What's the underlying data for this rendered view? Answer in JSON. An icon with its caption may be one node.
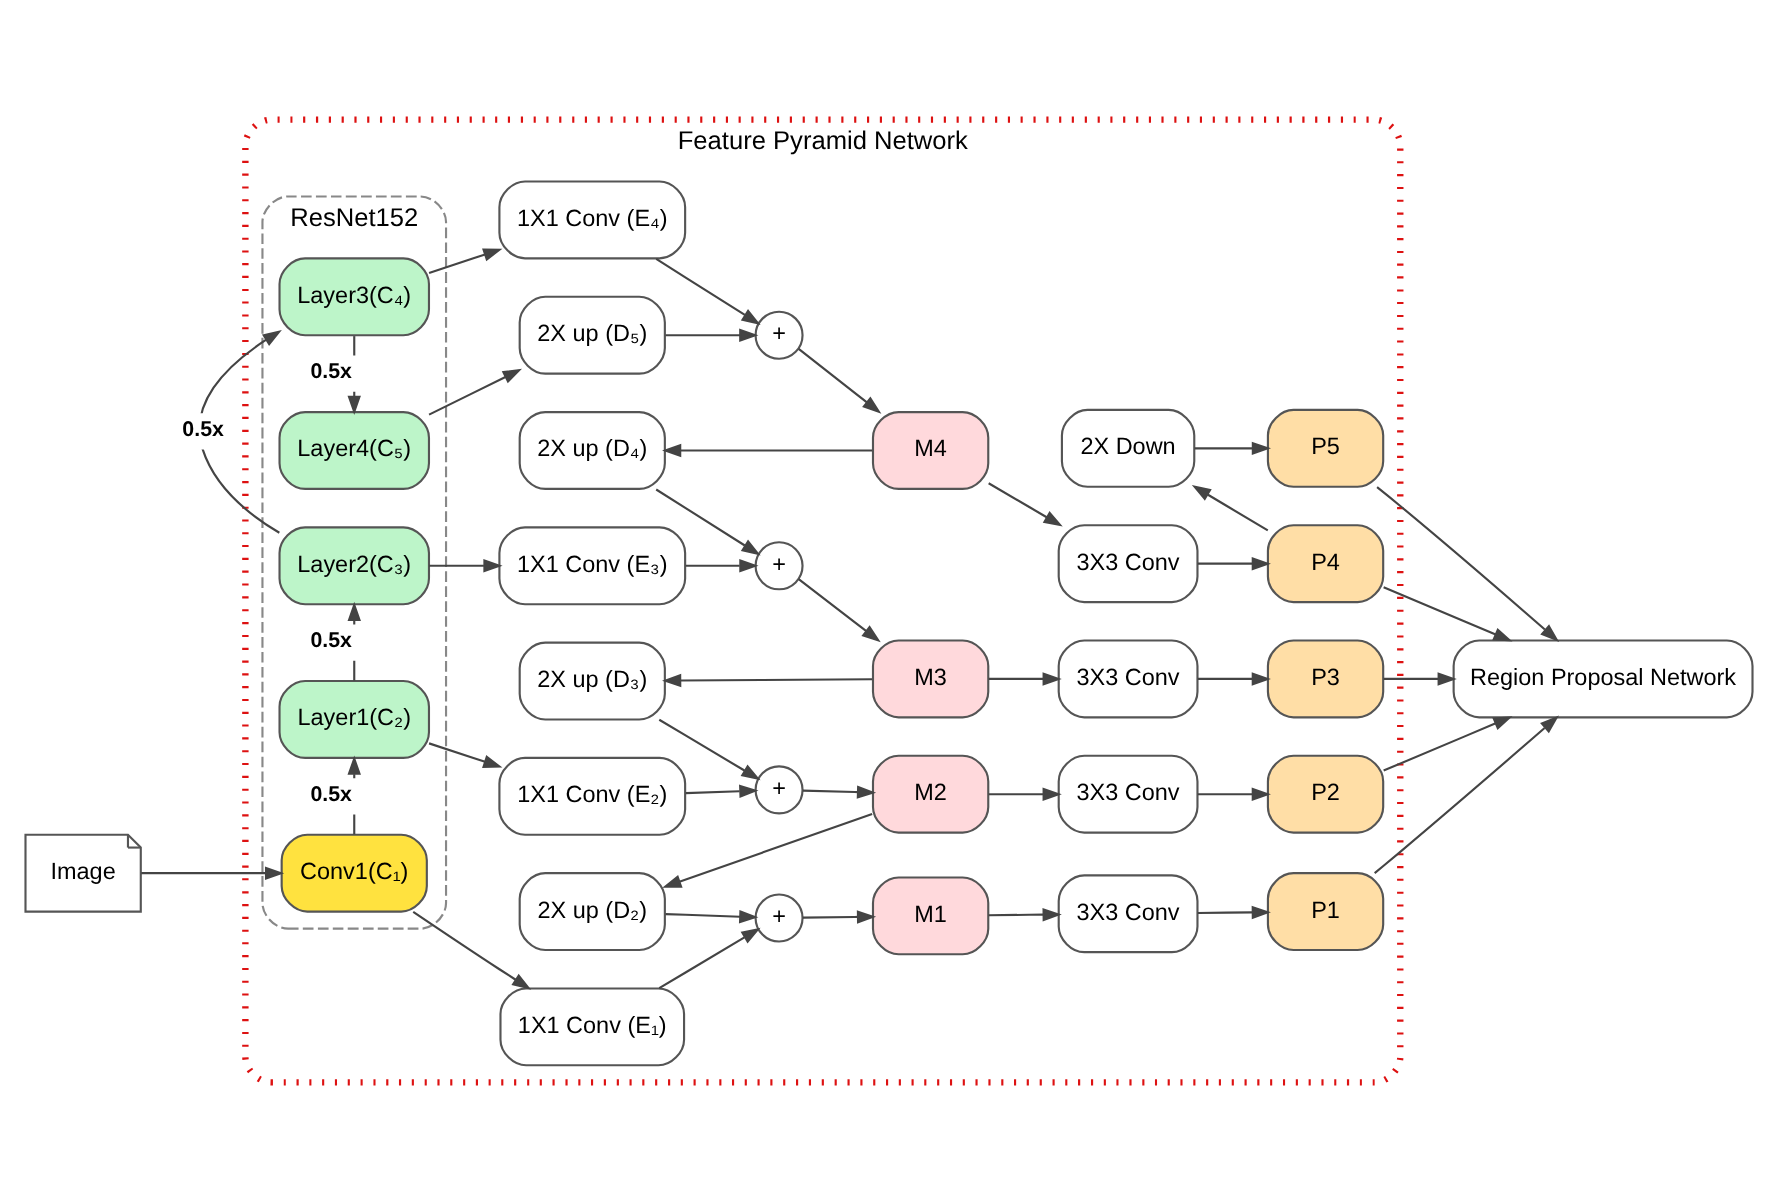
{
  "diagram": {
    "nodes": [
      {
        "text": [
          "Feature Pyramid Network"
        ]
      },
      {
        "text": [
          "ResNet152"
        ],
        "in": 0
      },
      {
        "text": [
          "Layer4(C₅)"
        ],
        "in": 1
      },
      {
        "text": [
          "Layer3(C₄)"
        ],
        "in": 1
      },
      {
        "text": [
          "Layer2(C₃)"
        ],
        "in": 1
      },
      {
        "text": [
          "Layer1(C₂)"
        ],
        "in": 1
      },
      {
        "text": [
          "Conv1(C₁)"
        ],
        "in": 1
      },
      {
        "text": [
          "2X up (D₅)"
        ],
        "in": 0
      },
      {
        "text": [
          "1X1 Conv (E₄)"
        ],
        "in": 0
      },
      {
        "text": [
          "+"
        ],
        "in": 0
      },
      {
        "text": [
          "M4"
        ],
        "in": 0
      },
      {
        "text": [
          "2X up (D₄)"
        ],
        "in": 0
      },
      {
        "text": [
          "1X1 Conv (E₃)"
        ],
        "in": 0
      },
      {
        "text": [
          "+"
        ],
        "in": 0
      },
      {
        "text": [
          "M3"
        ],
        "in": 0
      },
      {
        "text": [
          "2X up (D₃)"
        ],
        "in": 0
      },
      {
        "text": [
          "1X1 Conv (E₂)"
        ],
        "in": 0
      },
      {
        "text": [
          "+"
        ],
        "in": 0
      },
      {
        "text": [
          "M2"
        ],
        "in": 0
      },
      {
        "text": [
          "2X up (D₂)"
        ],
        "in": 0
      },
      {
        "text": [
          "1X1 Conv (E₁)"
        ],
        "in": 0
      },
      {
        "text": [
          "+"
        ],
        "in": 0
      },
      {
        "text": [
          "M1"
        ],
        "in": 0
      },
      {
        "text": [
          "2X Down"
        ],
        "in": 0
      },
      {
        "text": [
          "P5"
        ],
        "in": 0
      },
      {
        "text": [
          "3X3 Conv"
        ],
        "in": 0
      },
      {
        "text": [
          "P4"
        ],
        "in": 0
      },
      {
        "text": [
          "3X3 Conv"
        ],
        "in": 0
      },
      {
        "text": [
          "P3"
        ],
        "in": 0
      },
      {
        "text": [
          "3X3 Conv"
        ],
        "in": 0
      },
      {
        "text": [
          "P2"
        ],
        "in": 0
      },
      {
        "text": [
          "3X3 Conv"
        ],
        "in": 0
      },
      {
        "text": [
          "P1"
        ],
        "in": 0
      },
      {
        "text": [
          "Region Proposal Network"
        ]
      },
      {
        "text": [
          "Image"
        ]
      }
    ],
    "edges": [
      {
        "from": 34,
        "to": 6,
        "arrow": "to"
      },
      {
        "from": 6,
        "to": 5,
        "arrow": "to",
        "label": "0.5x"
      },
      {
        "from": 5,
        "to": 4,
        "arrow": "to",
        "label": "0.5x"
      },
      {
        "from": 4,
        "to": 3,
        "arrow": "to",
        "label": "0.5x"
      },
      {
        "from": 3,
        "to": 2,
        "arrow": "to",
        "label": "0.5x"
      },
      {
        "from": 2,
        "to": 7,
        "arrow": "to"
      },
      {
        "from": 3,
        "to": 8,
        "arrow": "to"
      },
      {
        "from": 7,
        "to": 9,
        "arrow": "to"
      },
      {
        "from": 8,
        "to": 9,
        "arrow": "to"
      },
      {
        "from": 9,
        "to": 10,
        "arrow": "to"
      },
      {
        "from": 10,
        "to": 25,
        "arrow": "to"
      },
      {
        "from": 25,
        "to": 26,
        "arrow": "to"
      },
      {
        "from": 26,
        "to": 23,
        "arrow": "to"
      },
      {
        "from": 23,
        "to": 24,
        "arrow": "to"
      },
      {
        "from": 10,
        "to": 11,
        "arrow": "to"
      },
      {
        "from": 4,
        "to": 12,
        "arrow": "to"
      },
      {
        "from": 11,
        "to": 13,
        "arrow": "to"
      },
      {
        "from": 12,
        "to": 13,
        "arrow": "to"
      },
      {
        "from": 13,
        "to": 14,
        "arrow": "to"
      },
      {
        "from": 14,
        "to": 27,
        "arrow": "to"
      },
      {
        "from": 27,
        "to": 28,
        "arrow": "to"
      },
      {
        "from": 14,
        "to": 15,
        "arrow": "to"
      },
      {
        "from": 5,
        "to": 16,
        "arrow": "to"
      },
      {
        "from": 15,
        "to": 17,
        "arrow": "to"
      },
      {
        "from": 16,
        "to": 17,
        "arrow": "to"
      },
      {
        "from": 17,
        "to": 18,
        "arrow": "to"
      },
      {
        "from": 18,
        "to": 29,
        "arrow": "to"
      },
      {
        "from": 29,
        "to": 30,
        "arrow": "to"
      },
      {
        "from": 18,
        "to": 19,
        "arrow": "to"
      },
      {
        "from": 6,
        "to": 20,
        "arrow": "to"
      },
      {
        "from": 19,
        "to": 21,
        "arrow": "to"
      },
      {
        "from": 20,
        "to": 21,
        "arrow": "to"
      },
      {
        "from": 21,
        "to": 22,
        "arrow": "to"
      },
      {
        "from": 22,
        "to": 31,
        "arrow": "to"
      },
      {
        "from": 31,
        "to": 32,
        "arrow": "to"
      },
      {
        "from": 24,
        "to": 33,
        "arrow": "to"
      },
      {
        "from": 26,
        "to": 33,
        "arrow": "to"
      },
      {
        "from": 28,
        "to": 33,
        "arrow": "to"
      },
      {
        "from": 30,
        "to": 33,
        "arrow": "to"
      },
      {
        "from": 32,
        "to": 33,
        "arrow": "to"
      }
    ]
  }
}
